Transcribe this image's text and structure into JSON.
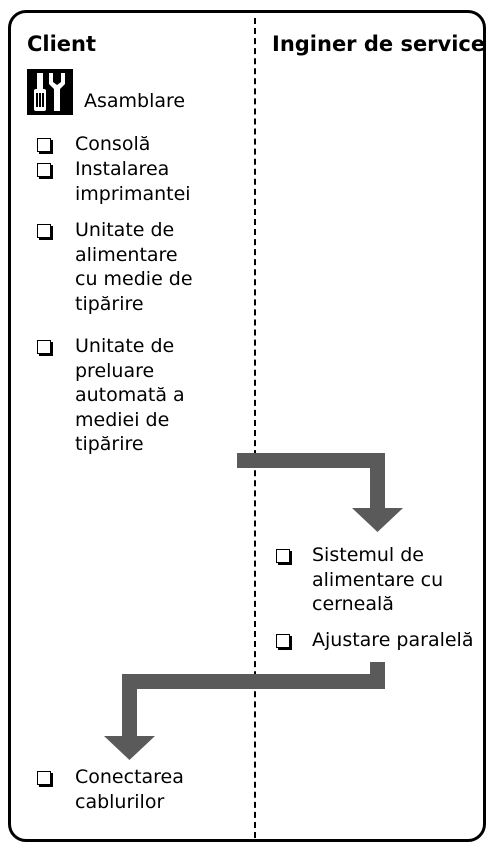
{
  "headers": {
    "left": "Client",
    "right": "Inginer de service"
  },
  "section": {
    "icon": "tools-icon",
    "title": "Asamblare"
  },
  "client_items": [
    {
      "lines": [
        "Consolă"
      ]
    },
    {
      "lines": [
        "Instalarea",
        "imprimantei"
      ]
    },
    {
      "lines": [
        "Unitate de",
        "alimentare",
        "cu medie de",
        "tipărire"
      ]
    },
    {
      "lines": [
        "Unitate de",
        "preluare",
        "automată a",
        "mediei de",
        "tipărire"
      ]
    }
  ],
  "engineer_items": [
    {
      "lines": [
        "Sistemul de",
        "alimentare cu",
        "cerneală"
      ]
    },
    {
      "lines": [
        "Ajustare paralelă"
      ]
    }
  ],
  "final_items": [
    {
      "lines": [
        "Conectarea",
        "cablurilor"
      ]
    }
  ],
  "colors": {
    "arrow": "#5a5a5a",
    "border": "#000000"
  }
}
